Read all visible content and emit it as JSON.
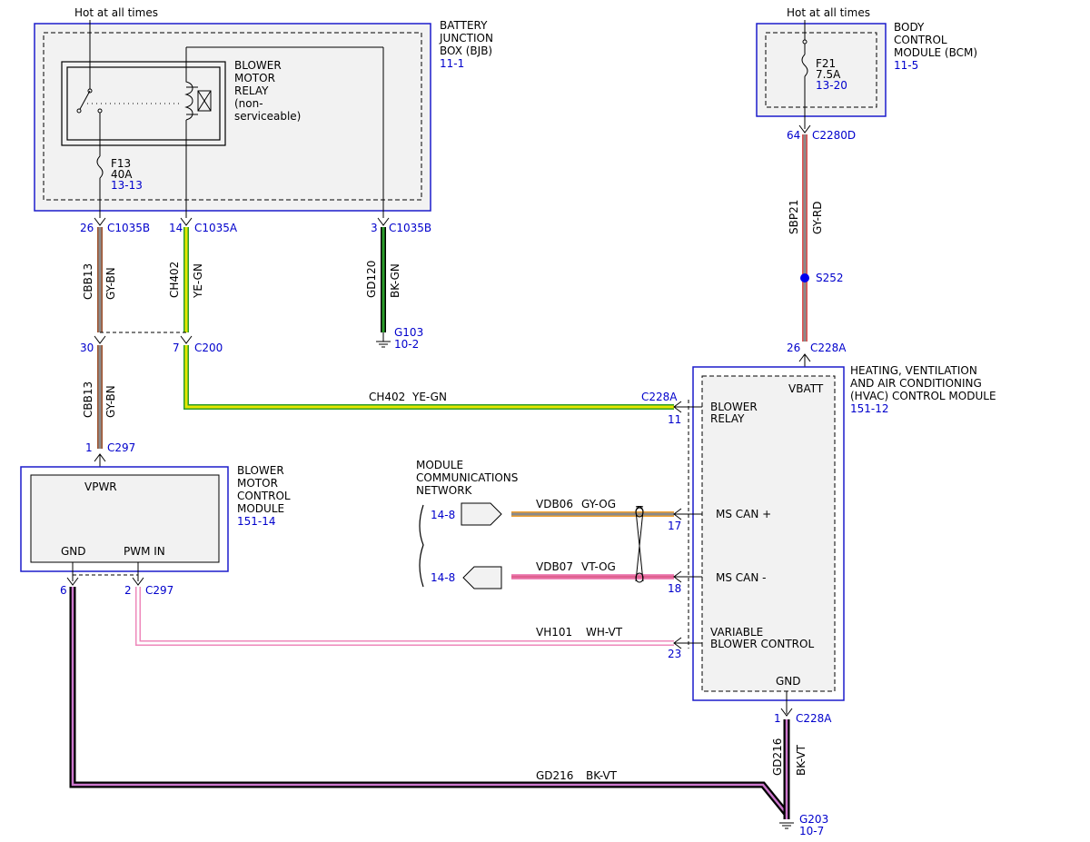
{
  "colors": {
    "module_border": "#1c1ccc",
    "module_fill": "#f2f2f2",
    "ref_text": "#0000cc",
    "wire_gy": "#8a8a8a",
    "wire_bn": "#a0522d",
    "wire_rd": "#e05050",
    "wire_ye": "#e6e600",
    "wire_gn": "#2a9d2a",
    "wire_bk": "#000000",
    "wire_og": "#f0a030",
    "wire_vt": "#ee88bb",
    "wire_wh": "#ffffff"
  },
  "bjb": {
    "hot_label": "Hot at all times",
    "title_lines": [
      "BATTERY",
      "JUNCTION",
      "BOX (BJB)"
    ],
    "ref": "11-1",
    "relay_lines": [
      "BLOWER",
      "MOTOR",
      "RELAY",
      "(non-",
      "serviceable)"
    ],
    "fuse_name": "F13",
    "fuse_rating": "40A",
    "fuse_ref": "13-13"
  },
  "bcm": {
    "hot_label": "Hot at all times",
    "title_lines": [
      "BODY",
      "CONTROL",
      "MODULE (BCM)"
    ],
    "ref": "11-5",
    "fuse_name": "F21",
    "fuse_rating": "7.5A",
    "fuse_ref": "13-20"
  },
  "hvac": {
    "title_lines": [
      "HEATING, VENTILATION",
      "AND AIR CONDITIONING",
      "(HVAC) CONTROL MODULE"
    ],
    "ref": "151-12",
    "pin_vbatt": "VBATT",
    "pin_blower_relay": [
      "BLOWER",
      "RELAY"
    ],
    "pin_ms_can_plus": "MS CAN +",
    "pin_ms_can_minus": "MS CAN -",
    "pin_variable_blower": [
      "VARIABLE",
      "BLOWER CONTROL"
    ],
    "pin_gnd": "GND"
  },
  "bmcm": {
    "title_lines": [
      "BLOWER",
      "MOTOR",
      "CONTROL",
      "MODULE"
    ],
    "ref": "151-14",
    "pin_vpwr": "VPWR",
    "pin_gnd": "GND",
    "pin_pwm": "PWM IN"
  },
  "network": {
    "title_lines": [
      "MODULE",
      "COMMUNICATIONS",
      "NETWORK"
    ],
    "ref_upper": "14-8",
    "ref_lower": "14-8"
  },
  "connectors": {
    "bjb_p26": "26",
    "bjb_c1035b_1": "C1035B",
    "bjb_p14": "14",
    "bjb_c1035a": "C1035A",
    "bjb_p3": "3",
    "bjb_c1035b_2": "C1035B",
    "c200_p30": "30",
    "c200_p7": "7",
    "c200": "C200",
    "c297_p1": "1",
    "c297_top": "C297",
    "c297_p6": "6",
    "c297_p2": "2",
    "c297_bottom": "C297",
    "bcm_p64": "64",
    "c2280d": "C2280D",
    "hvac_p26": "26",
    "c228a_top": "C228A",
    "hvac_c228a_side": "C228A",
    "hvac_p11": "11",
    "hvac_p17": "17",
    "hvac_p18": "18",
    "hvac_p23": "23",
    "hvac_p1": "1",
    "c228a_bottom": "C228A",
    "splice": "S252"
  },
  "grounds": {
    "g103": "G103",
    "g103_ref": "10-2",
    "g203": "G203",
    "g203_ref": "10-7"
  },
  "wires": {
    "cbb13_upper": {
      "circuit": "CBB13",
      "color": "GY-BN"
    },
    "ch402_vertical": {
      "circuit": "CH402",
      "color": "YE-GN"
    },
    "gd120": {
      "circuit": "GD120",
      "color": "BK-GN"
    },
    "cbb13_lower": {
      "circuit": "CBB13",
      "color": "GY-BN"
    },
    "ch402_horizontal": {
      "circuit": "CH402",
      "color": "YE-GN"
    },
    "sbp21": {
      "circuit": "SBP21",
      "color": "GY-RD"
    },
    "vdb06": {
      "circuit": "VDB06",
      "color": "GY-OG"
    },
    "vdb07": {
      "circuit": "VDB07",
      "color": "VT-OG"
    },
    "vh101": {
      "circuit": "VH101",
      "color": "WH-VT"
    },
    "gd216_horizontal": {
      "circuit": "GD216",
      "color": "BK-VT"
    },
    "gd216_vertical": {
      "circuit": "GD216",
      "color": "BK-VT"
    }
  }
}
